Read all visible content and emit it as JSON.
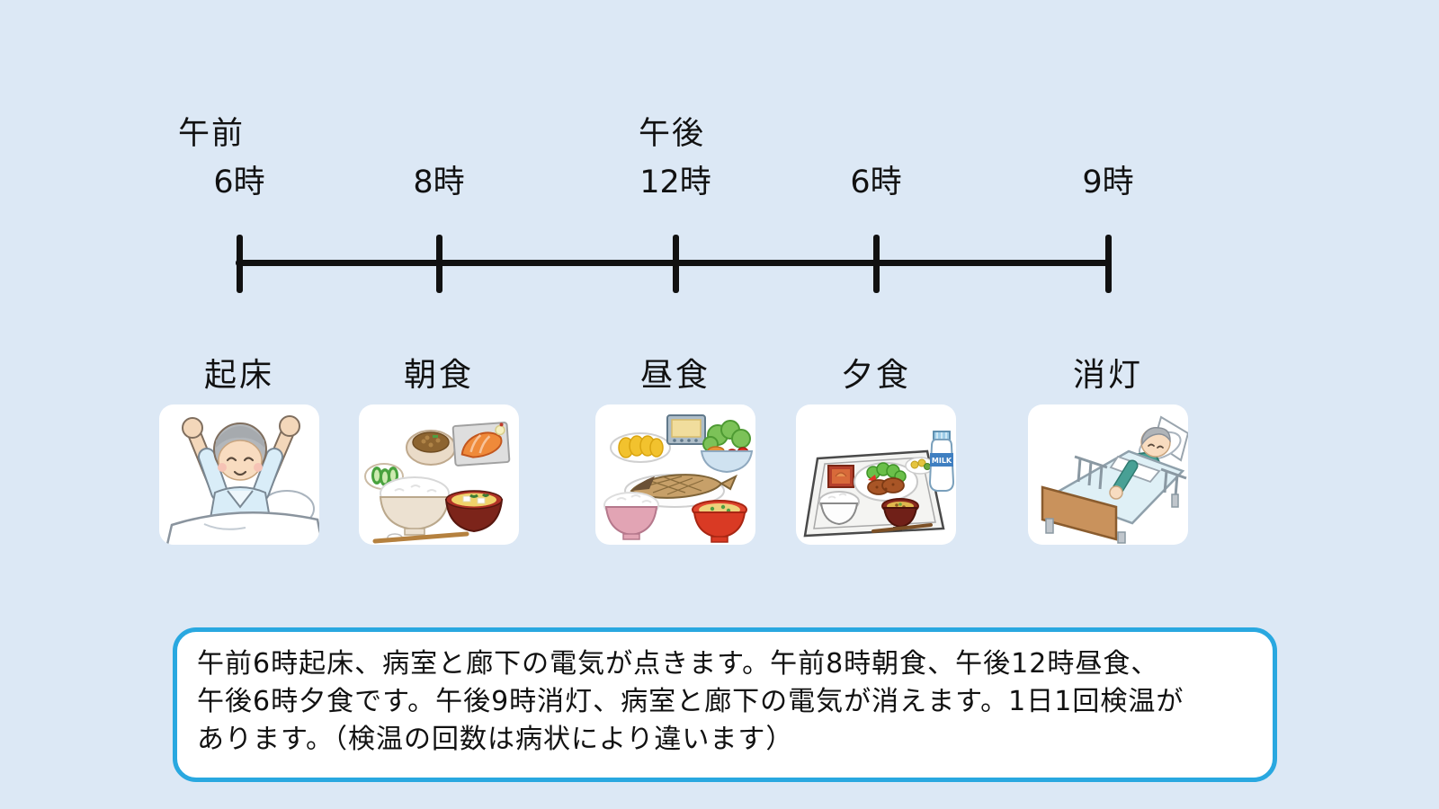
{
  "page": {
    "background_color": "#dce8f5",
    "axis_color": "#111111"
  },
  "timeline": {
    "period_am": "午前",
    "period_pm": "午後",
    "events": [
      {
        "time": "6時",
        "label": "起床",
        "illustration": "wake-up"
      },
      {
        "time": "8時",
        "label": "朝食",
        "illustration": "breakfast"
      },
      {
        "time": "12時",
        "label": "昼食",
        "illustration": "lunch"
      },
      {
        "time": "6時",
        "label": "夕食",
        "illustration": "dinner"
      },
      {
        "time": "9時",
        "label": "消灯",
        "illustration": "lights-out"
      }
    ]
  },
  "note_box": {
    "border_color": "#29a8e0",
    "lines": [
      "午前6時起床、病室と廊下の電気が点きます。午前8時朝食、午後12時昼食、",
      "午後6時夕食です。午後9時消灯、病室と廊下の電気が消えます。1日1回検温が",
      "あります。（検温の回数は病状により違います）"
    ]
  },
  "illustrations": {
    "milk_label": "MILK"
  }
}
